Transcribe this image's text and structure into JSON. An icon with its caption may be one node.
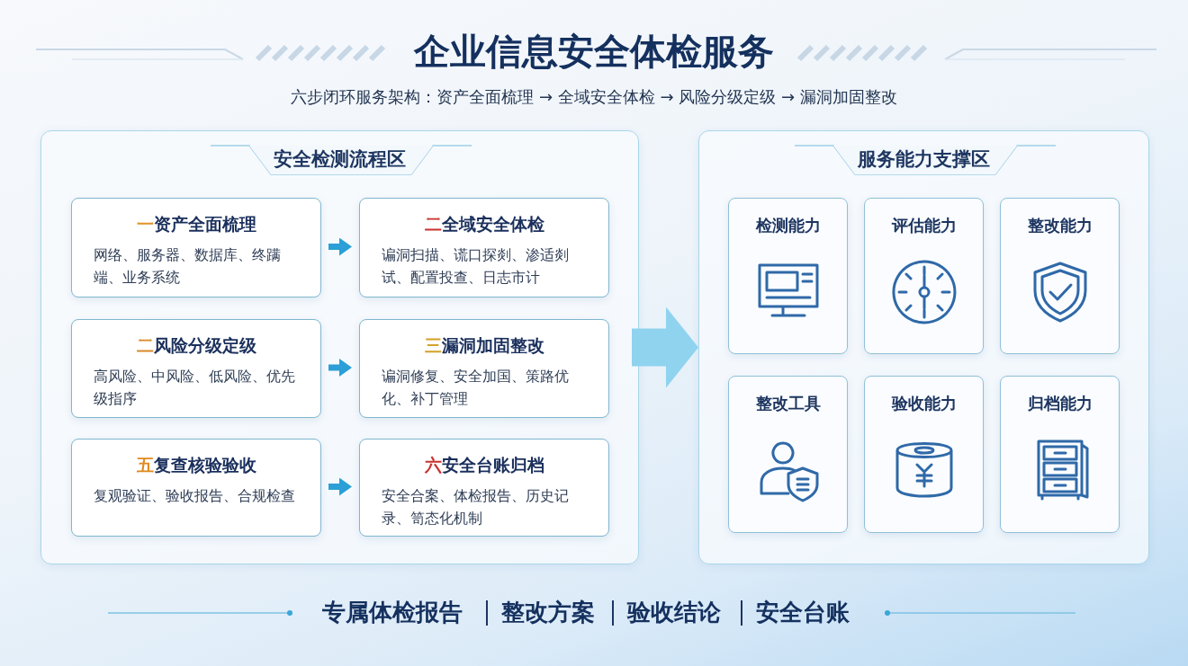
{
  "diagram": {
    "title": "企业信息安全体检服务",
    "nodes": [
      {
        "text": [
          "安全检测流程区"
        ]
      },
      {
        "text": [
          "一",
          "资产全面梳理",
          "网络、服务器、数据库、终蹒端、业务系统"
        ],
        "in": 0
      },
      {
        "text": [
          "二",
          "全域安全体检",
          "谝洞扫描、谎口探剡、渗适剡试、配置投查、日志市计"
        ],
        "in": 0
      },
      {
        "text": [
          "二",
          "风险分级定级",
          "高风险、中风险、低风险、优先级指序"
        ],
        "in": 0
      },
      {
        "text": [
          "三",
          "漏洞加固整改",
          "谝洞修复、安全加国、策路优化、补丁管理"
        ],
        "in": 0
      },
      {
        "text": [
          "五",
          "复查核验验收",
          "复观验证、验收报告、合规检查"
        ],
        "in": 0
      },
      {
        "text": [
          "六",
          "安全台账归档",
          "安全合案、体检报告、历史记录、笥态化机制"
        ],
        "in": 0
      },
      {
        "text": [
          "服务能力支撑区"
        ]
      },
      {
        "text": [
          "检测能力"
        ],
        "in": 7
      },
      {
        "text": [
          "评估能力"
        ],
        "in": 7
      },
      {
        "text": [
          "整改能力"
        ],
        "in": 7
      },
      {
        "text": [
          "整改工具"
        ],
        "in": 7
      },
      {
        "text": [
          "验收能力"
        ],
        "in": 7
      },
      {
        "text": [
          "归档能力"
        ],
        "in": 7
      }
    ],
    "edges": [
      {
        "from": 1,
        "to": 2,
        "arrow": "to"
      },
      {
        "from": 3,
        "to": 4,
        "arrow": "to"
      },
      {
        "from": 5,
        "to": 6,
        "arrow": "to"
      },
      {
        "from": 0,
        "to": 7,
        "arrow": "to",
        "style": "thick",
        "color": "#8fd3ef"
      }
    ],
    "labels": [
      "六步闭环服务架构：资产全面梳理 → 全域安全体检 → 风险分级定级 → 漏洞加固整改",
      "专属体检报告",
      "整改方案",
      "验收结论",
      "安全台账"
    ]
  }
}
